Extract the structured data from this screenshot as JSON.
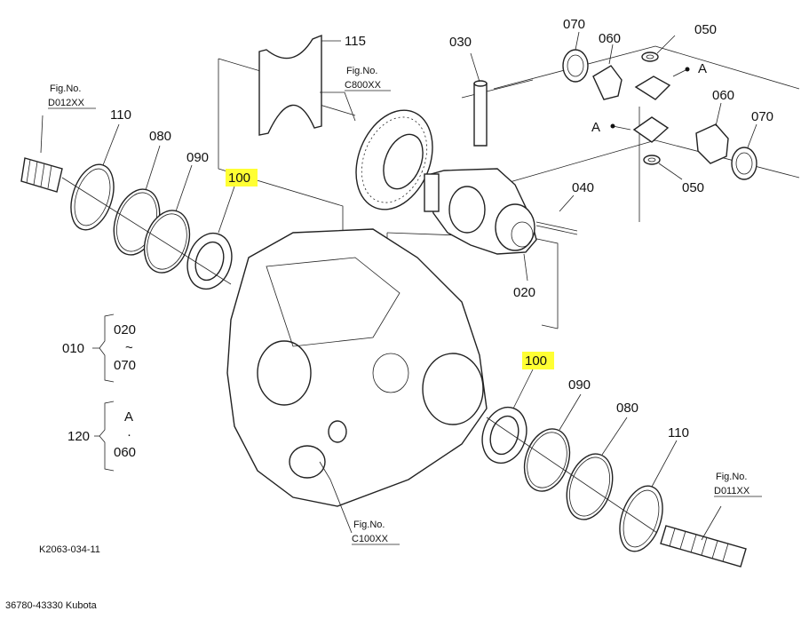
{
  "labels": {
    "p115": "115",
    "p030": "030",
    "p070_top": "070",
    "p060_top": "060",
    "p050_top": "050",
    "a_top": "A",
    "p060_right": "060",
    "p070_right": "070",
    "a_left": "A",
    "p050_bottom": "050",
    "p040": "040",
    "p020": "020",
    "p110_left": "110",
    "p080_left": "080",
    "p090_left": "090",
    "p100_left": "100",
    "p100_right": "100",
    "p090_right": "090",
    "p080_right": "080",
    "p110_right": "110"
  },
  "references": {
    "fig_label": "Fig.No.",
    "d012": "D012XX",
    "c800": "C800XX",
    "c100": "C100XX",
    "d011": "D011XX"
  },
  "groups": {
    "g010": {
      "label": "010",
      "from": "020",
      "sep": "~",
      "to": "070"
    },
    "g120": {
      "label": "120",
      "from": "A",
      "sep": "·",
      "to": "060"
    }
  },
  "drawing_code": "K2063-034-11",
  "caption": "36780-43330 Kubota",
  "highlight_color": "#ffff33"
}
